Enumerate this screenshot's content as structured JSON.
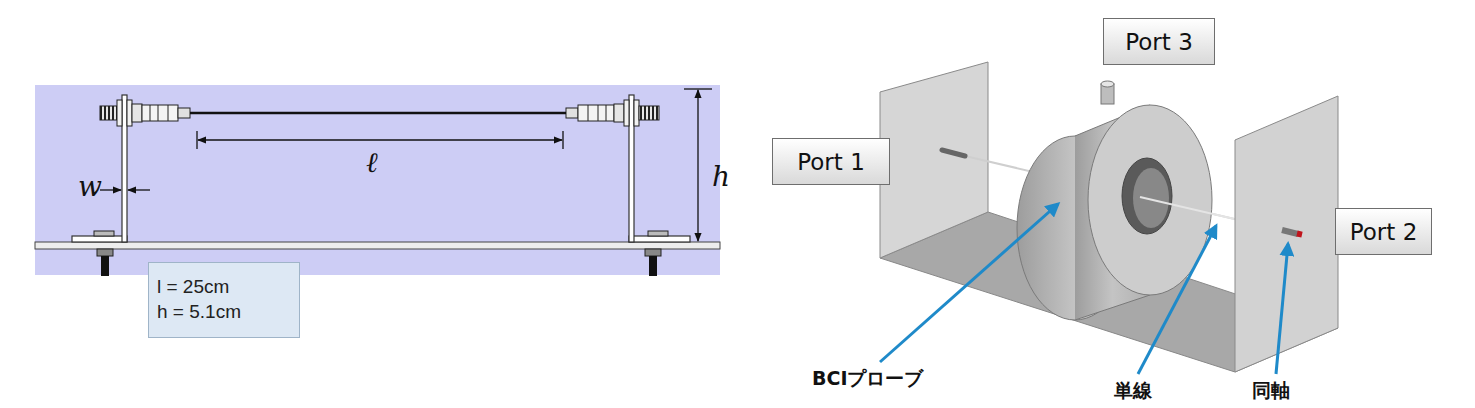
{
  "diagram": {
    "nodes": [
      {
        "text": [
          "l = 25cm",
          "h = 5.1cm"
        ]
      },
      {
        "text": [
          "Port 1"
        ]
      },
      {
        "text": [
          "Port 3"
        ]
      },
      {
        "text": [
          "Port 2"
        ]
      }
    ],
    "labels": [
      "ℓ",
      "w",
      "h",
      "BCIプローブ",
      "単線",
      "同軸"
    ]
  }
}
